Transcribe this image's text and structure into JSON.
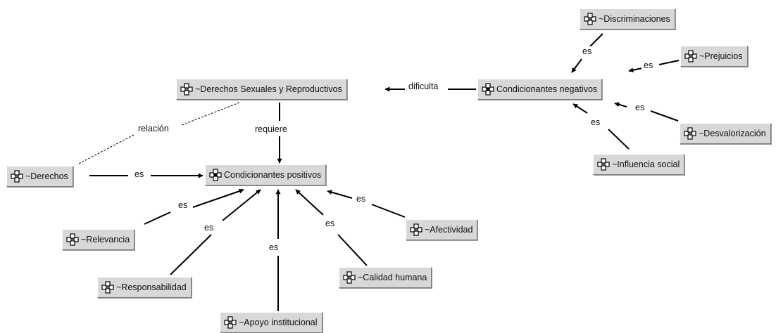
{
  "nodes": {
    "derechos_sexuales": "~Derechos Sexuales y Reproductivos",
    "condicionantes_negativos": "Condicionantes negativos",
    "discriminaciones": "~Discriminaciones",
    "prejuicios": "~Prejuicios",
    "desvalorizacion": "~Desvalorización",
    "influencia_social": "~Influencia social",
    "derechos": "~Derechos",
    "condicionantes_positivos": "Condicionantes positivos",
    "relevancia": "~Relevancia",
    "responsabilidad": "~Responsabilidad",
    "apoyo_institucional": "~Apoyo institucional",
    "calidad_humana": "~Calidad humana",
    "afectividad": "~Afectividad"
  },
  "links": {
    "dificulta": "dificulta",
    "requiere": "requiere",
    "relacion": "relación",
    "es": "es"
  },
  "icons": {
    "linked_concept": "linked-concept-icon",
    "concept": "concept-icon"
  },
  "colors": {
    "node_fill": "#d8d8d8",
    "line": "#000000"
  }
}
